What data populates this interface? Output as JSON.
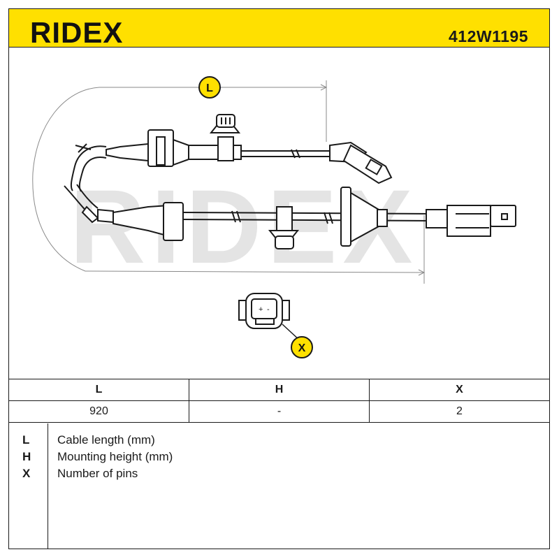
{
  "header": {
    "brand": "RIDEX",
    "part_number": "412W1195"
  },
  "diagram": {
    "watermark": "RIDEX",
    "markers": [
      {
        "key": "L",
        "meaning": "cable length dimension"
      },
      {
        "key": "X",
        "meaning": "connector pin view"
      }
    ],
    "connector_pin_labels": [
      "+",
      "-"
    ],
    "accent_color": "#ffe000"
  },
  "table": {
    "headers": [
      "L",
      "H",
      "X"
    ],
    "values": [
      "920",
      "-",
      "2"
    ]
  },
  "legend": [
    {
      "key": "L",
      "text": "Cable length (mm)"
    },
    {
      "key": "H",
      "text": "Mounting height (mm)"
    },
    {
      "key": "X",
      "text": "Number of pins"
    }
  ]
}
